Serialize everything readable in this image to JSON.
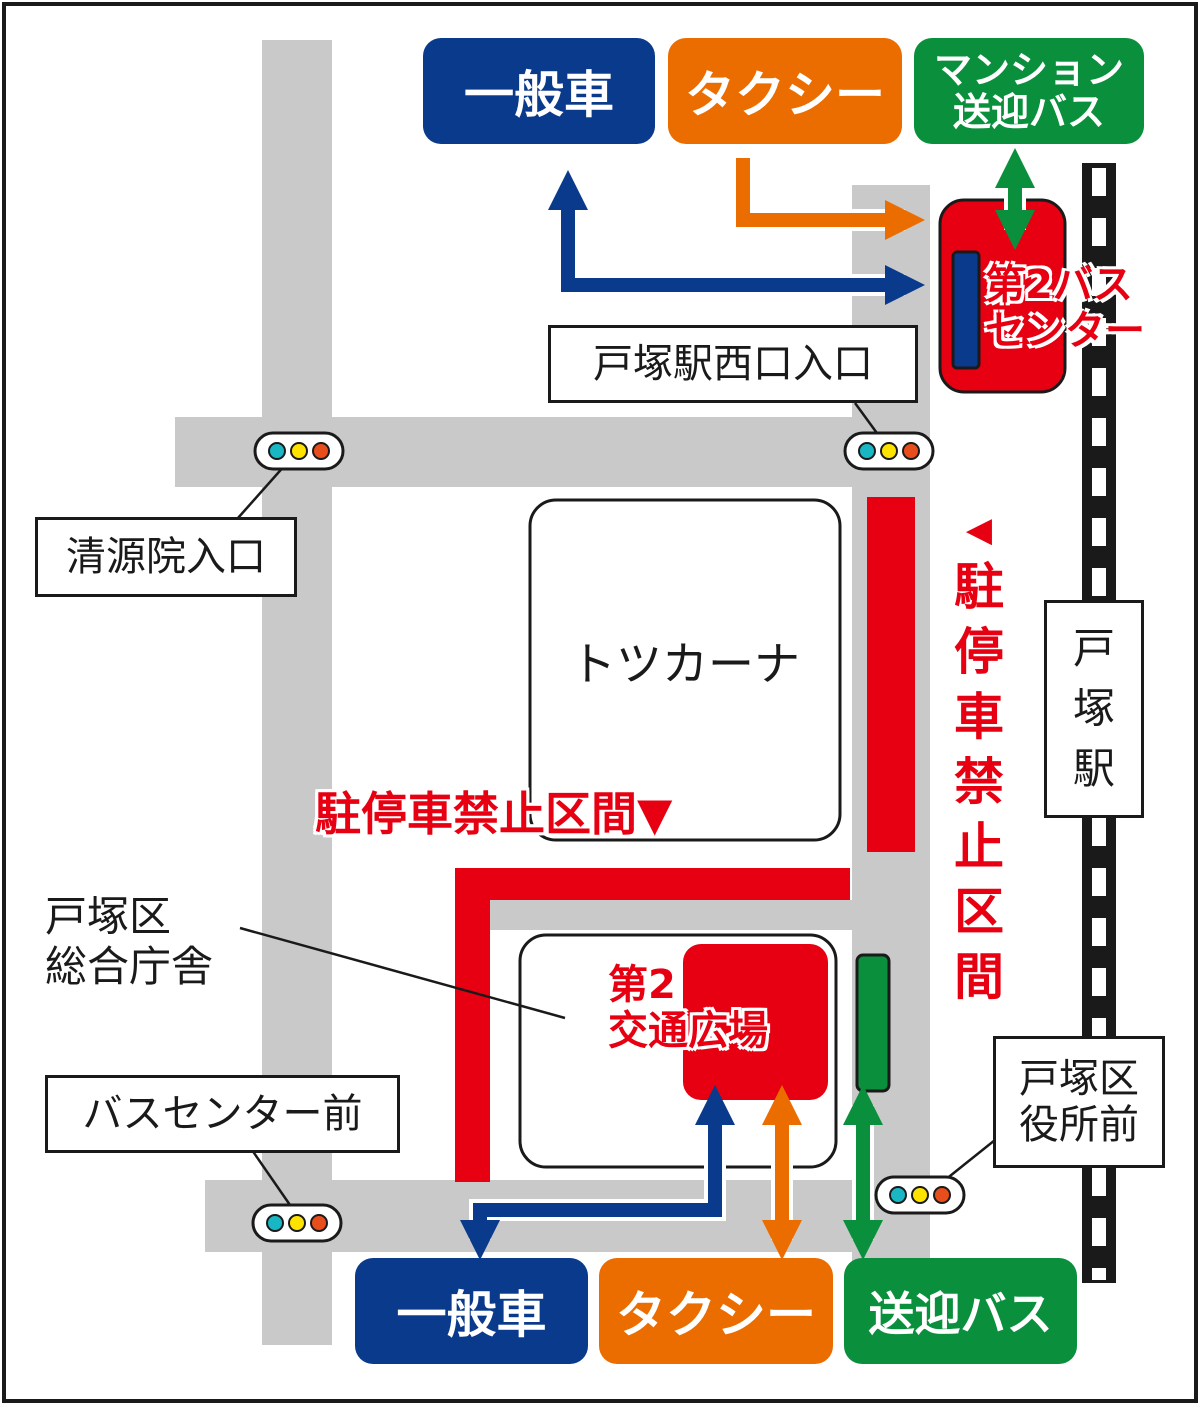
{
  "colors": {
    "road": "#c9c9c9",
    "red": "#e60012",
    "blue": "#0a3a8c",
    "orange": "#eb6d00",
    "green": "#0a8f3c",
    "frame": "#1a1a1a"
  },
  "legend_top": {
    "car": "一般車",
    "taxi": "タクシー",
    "shuttle_line1": "マンション",
    "shuttle_line2": "送迎バス"
  },
  "legend_bottom": {
    "car": "一般車",
    "taxi": "タクシー",
    "shuttle": "送迎バス"
  },
  "labels": {
    "west_exit": "戸塚駅西口入口",
    "seigenin": "清源院入口",
    "bus_center_mae": "バスセンター前",
    "kuyakusho_line1": "戸塚区",
    "kuyakusho_line2": "役所前",
    "station_chars": [
      "戸",
      "塚",
      "駅"
    ],
    "totsukana": "トツカーナ",
    "sogo_line1": "戸塚区",
    "sogo_line2": "総合庁舎"
  },
  "red_labels": {
    "bus_center_line1": "第2バス",
    "bus_center_line2": "センター",
    "plaza_line1": "第2",
    "plaza_line2": "交通広場",
    "no_parking_h": "駐停車禁止区間▼",
    "no_parking_v_mark": "◀",
    "no_parking_v_chars": [
      "駐",
      "停",
      "車",
      "禁",
      "止",
      "区",
      "間"
    ]
  }
}
